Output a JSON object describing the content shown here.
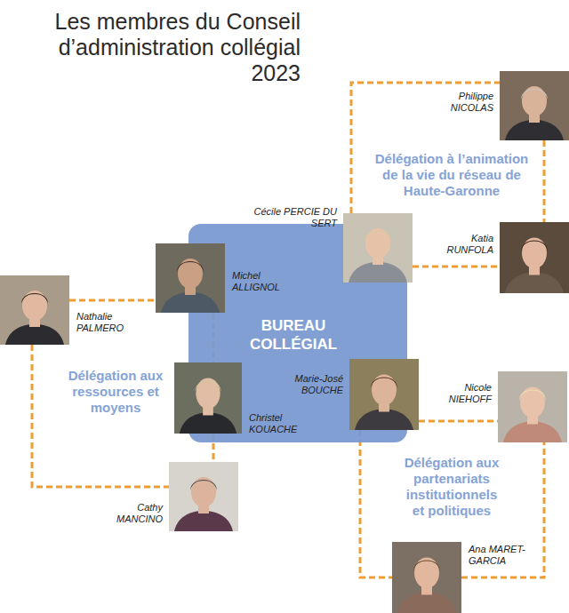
{
  "diagram": {
    "title": "Les membres du Conseil d’administration collégial 2023",
    "nodes": [
      {
        "text": [
          "Philippe NICOLAS"
        ]
      },
      {
        "text": [
          "BUREAU COLLÉGIAL"
        ]
      },
      {
        "text": [
          "Cécile PERCIE DU SERT"
        ],
        "in": 1
      },
      {
        "text": [
          "Michel ALLIGNOL"
        ],
        "in": 1
      },
      {
        "text": [
          "Marie-José BOUCHE"
        ],
        "in": 1
      },
      {
        "text": [
          "Christel KOUACHE"
        ],
        "in": 1
      },
      {
        "text": [
          "Katia RUNFOLA"
        ]
      },
      {
        "text": [
          "Nathalie PALMERO"
        ]
      },
      {
        "text": [
          "Nicole NIEHOFF"
        ]
      },
      {
        "text": [
          "Cathy MANCINO"
        ]
      },
      {
        "text": [
          "Ana MARET-GARCIA"
        ]
      }
    ],
    "edges": [
      {
        "from": 2,
        "to": 0,
        "arrow": "none"
      },
      {
        "from": 0,
        "to": 6,
        "arrow": "none"
      },
      {
        "from": 2,
        "to": 6,
        "arrow": "none"
      },
      {
        "from": 7,
        "to": 3,
        "arrow": "none"
      },
      {
        "from": 3,
        "to": 5,
        "arrow": "none"
      },
      {
        "from": 5,
        "to": 9,
        "arrow": "none"
      },
      {
        "from": 7,
        "to": 9,
        "arrow": "none"
      },
      {
        "from": 4,
        "to": 8,
        "arrow": "none"
      },
      {
        "from": 4,
        "to": 10,
        "arrow": "none"
      },
      {
        "from": 10,
        "to": 8,
        "arrow": "none"
      }
    ],
    "labels": [
      "Délégation à l’animation de la vie du réseau de Haute-Garonne",
      "Délégation aux ressources et moyens",
      "Délégation aux partenariats institutionnels et politiques"
    ]
  }
}
